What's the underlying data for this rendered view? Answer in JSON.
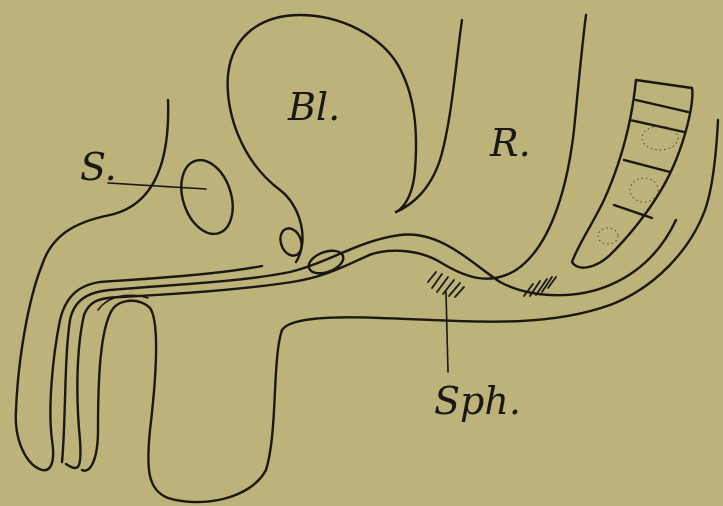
{
  "labels": {
    "s": "S.",
    "bl": "Bl.",
    "r": "R.",
    "sph": "Sph."
  },
  "colors": {
    "paper": "#bcb27a",
    "ink": "#1a1812"
  }
}
